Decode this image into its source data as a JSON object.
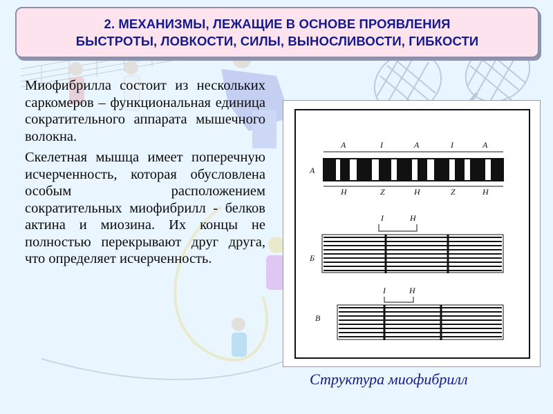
{
  "title": {
    "line1": "2. МЕХАНИЗМЫ, ЛЕЖАЩИЕ В ОСНОВЕ ПРОЯВЛЕНИЯ",
    "line2": "БЫСТРОТЫ, ЛОВКОСТИ, СИЛЫ, ВЫНОСЛИВОСТИ, ГИБКОСТИ"
  },
  "body": {
    "paragraph1": "Миофибрилла состоит из нескольких саркомеров – функциональная единица сократительного аппарата мышечного волокна.",
    "paragraph2": "Скелетная мышца имеет поперечную исчерченность, которая обусловлена особым расположением сократительных миофибрилл - белков актина и миозина. Их концы не полностью перекрывают друг друга, что определяет исчерченность."
  },
  "figure": {
    "panel_a": {
      "letter": "А",
      "top_labels": [
        "А",
        "I",
        "А",
        "I",
        "А"
      ],
      "bottom_labels": [
        "Н",
        "Z",
        "Н",
        "Z",
        "Н"
      ]
    },
    "panel_b": {
      "letter": "Б",
      "top_labels": [
        "I",
        "Н"
      ]
    },
    "panel_c": {
      "letter": "В",
      "top_labels": [
        "I",
        "Н"
      ]
    },
    "caption": "Структура миофибрилл"
  },
  "background": {
    "art": [
      "tennis-rackets",
      "volleyball-players",
      "gymnast-with-ribbon",
      "figure-skater"
    ]
  }
}
